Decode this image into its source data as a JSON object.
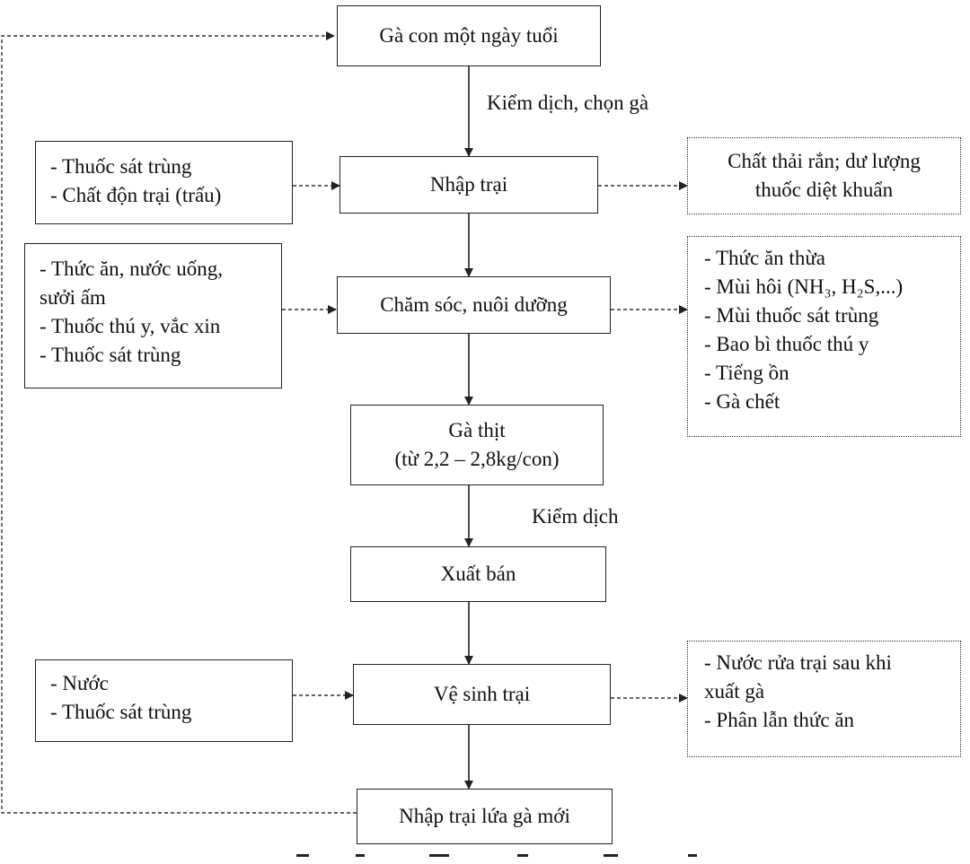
{
  "main_flow": {
    "start": "Gà con một ngày tuổi",
    "check_select": "Kiểm dịch, chọn gà",
    "intake": "Nhập trại",
    "care": "Chăm sóc, nuôi dưỡng",
    "broiler_line1": "Gà thịt",
    "broiler_line2": "(từ 2,2 – 2,8kg/con)",
    "check": "Kiểm dịch",
    "sale": "Xuất bán",
    "cleaning": "Vệ sinh trại",
    "new_batch": "Nhập trại lứa gà mới"
  },
  "inputs": {
    "intake": [
      "- Thuốc sát trùng",
      "- Chất độn trại (trấu)"
    ],
    "care": [
      "- Thức ăn, nước uống,",
      "sưởi ấm",
      "- Thuốc thú y, vắc xin",
      "- Thuốc sát trùng"
    ],
    "cleaning": [
      "- Nước",
      "- Thuốc sát trùng"
    ]
  },
  "outputs": {
    "intake": [
      "Chất thải rắn; dư lượng",
      "thuốc diệt khuẩn"
    ],
    "care": [
      "- Thức ăn thừa",
      "- Mùi hôi (NH₃, H₂S,...)",
      "- Mùi thuốc sát trùng",
      "- Bao bì thuốc thú y",
      "- Tiếng ồn",
      "- Gà chết"
    ],
    "cleaning": [
      "- Nước rửa trại sau khi",
      "xuất gà",
      "- Phân lẫn thức ăn"
    ]
  },
  "colors": {
    "line": "#222222",
    "text": "#111111",
    "background": "#ffffff"
  }
}
